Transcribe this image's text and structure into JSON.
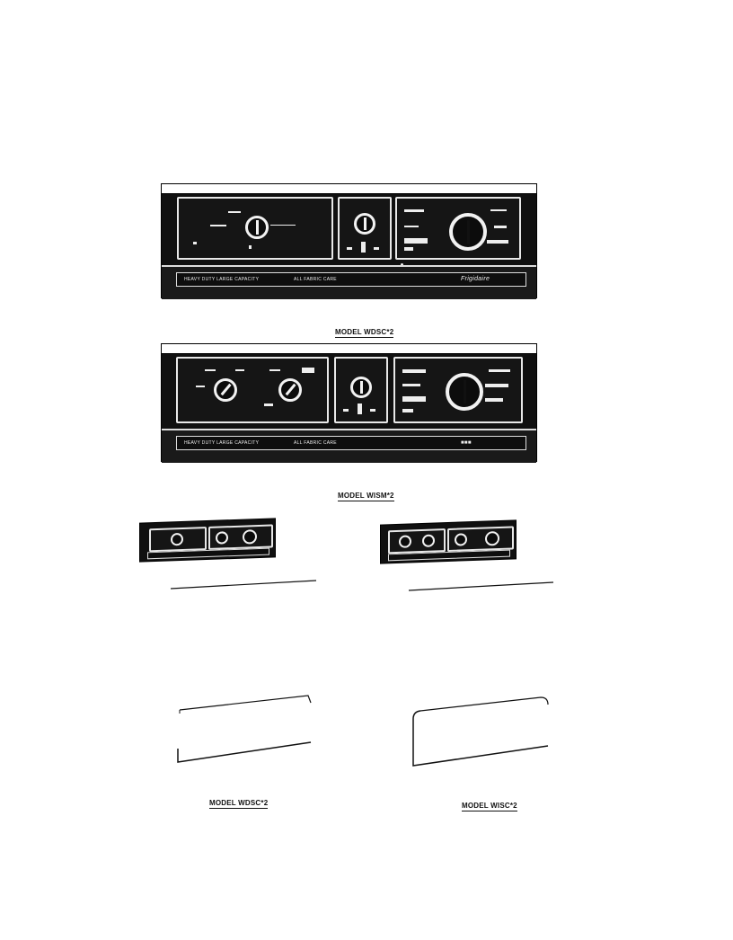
{
  "captions": {
    "top_panel": "MODEL WDSC*2",
    "middle_panel": "MODEL WISM*2",
    "bottom_left": "MODEL WDSC*2",
    "bottom_right": "MODEL WISC*2"
  },
  "panel_text": {
    "capacity_a": "HEAVY DUTY LARGE CAPACITY",
    "fabric_a": "ALL FABRIC CARE",
    "capacity_b": "HEAVY DUTY LARGE CAPACITY",
    "fabric_b": "ALL FABRIC CARE",
    "brand": "Frigidaire"
  }
}
